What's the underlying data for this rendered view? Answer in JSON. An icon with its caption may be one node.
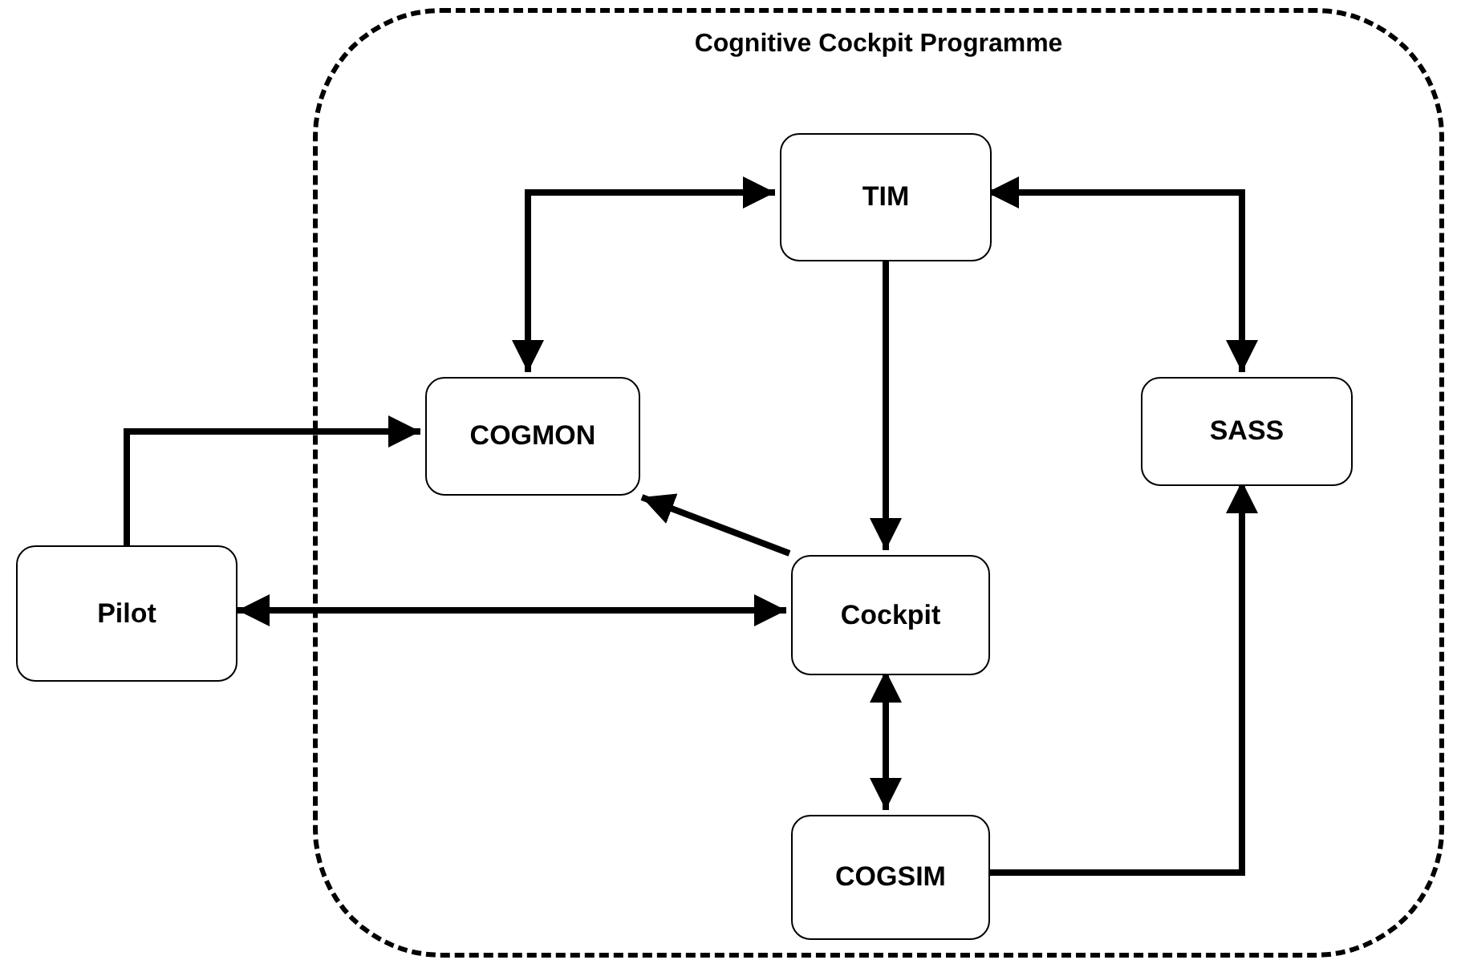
{
  "diagram": {
    "nodes": [
      {
        "text": [
          "Cognitive Cockpit Programme"
        ]
      },
      {
        "text": [
          "TIM"
        ],
        "in": 0
      },
      {
        "text": [
          "COGMON"
        ],
        "in": 0
      },
      {
        "text": [
          "SASS"
        ],
        "in": 0
      },
      {
        "text": [
          "Pilot"
        ]
      },
      {
        "text": [
          "Cockpit"
        ],
        "in": 0
      },
      {
        "text": [
          "COGSIM"
        ],
        "in": 0
      }
    ],
    "edges": [
      {
        "from": 1,
        "to": 2,
        "arrow": "both"
      },
      {
        "from": 1,
        "to": 3,
        "arrow": "both"
      },
      {
        "from": 1,
        "to": 5,
        "arrow": "to"
      },
      {
        "from": 5,
        "to": 2,
        "arrow": "to"
      },
      {
        "from": 4,
        "to": 2,
        "arrow": "to"
      },
      {
        "from": 4,
        "to": 5,
        "arrow": "both"
      },
      {
        "from": 5,
        "to": 6,
        "arrow": "both"
      },
      {
        "from": 6,
        "to": 3,
        "arrow": "to"
      }
    ]
  }
}
